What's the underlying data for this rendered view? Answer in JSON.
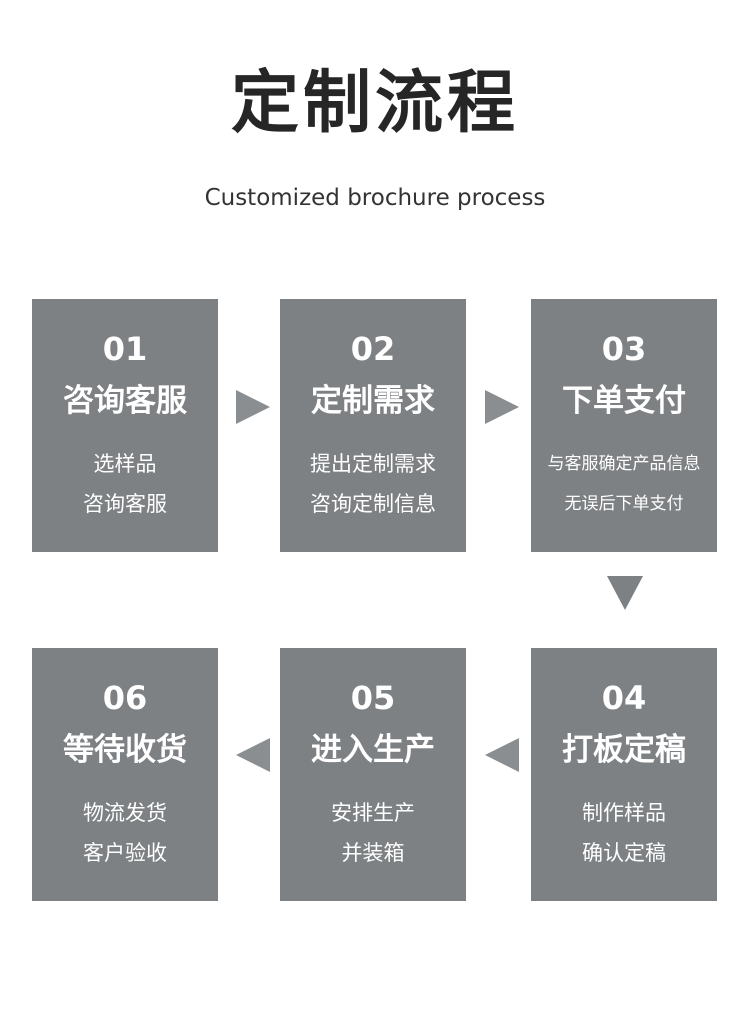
{
  "title": "定制流程",
  "subtitle": "Customized brochure process",
  "steps": [
    {
      "number": "01",
      "name": "咨询客服",
      "line1": "选样品",
      "line2": "咨询客服"
    },
    {
      "number": "02",
      "name": "定制需求",
      "line1": "提出定制需求",
      "line2": "咨询定制信息"
    },
    {
      "number": "03",
      "name": "下单支付",
      "line1": "与客服确定产品信息",
      "line2": "无误后下单支付"
    },
    {
      "number": "04",
      "name": "打板定稿",
      "line1": "制作样品",
      "line2": "确认定稿"
    },
    {
      "number": "05",
      "name": "进入生产",
      "line1": "安排生产",
      "line2": "并装箱"
    },
    {
      "number": "06",
      "name": "等待收货",
      "line1": "物流发货",
      "line2": "客户验收"
    }
  ],
  "colors": {
    "box": "#7d8184",
    "arrow": "#8a8e91",
    "text": "#262626"
  }
}
